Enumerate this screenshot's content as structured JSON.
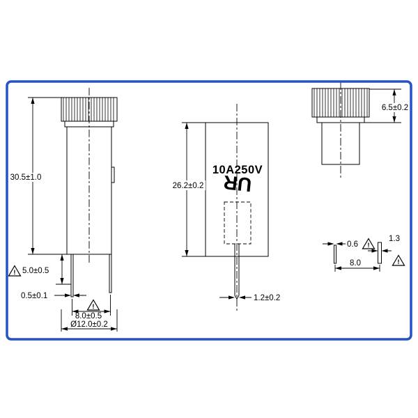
{
  "colors": {
    "frame": "#2453c8",
    "line": "#000000"
  },
  "labels": {
    "front_height": "30.5±1.0",
    "front_pin_length": "5.0±0.5",
    "front_pin_tip": "0.5±0.1",
    "front_pin_spacing": "8.0±0.5",
    "front_diameter": "Ø12.0±0.2",
    "side_height": "26.2±0.2",
    "side_pin_width": "1.2±0.2",
    "side_rating": "10A250V",
    "side_ul_mark": "UR",
    "cap_height": "6.5±0.2",
    "detail_pin_a_width": "0.6",
    "detail_pin_b_width": "1.3",
    "detail_pin_spacing": "8.0",
    "warning": "!"
  }
}
